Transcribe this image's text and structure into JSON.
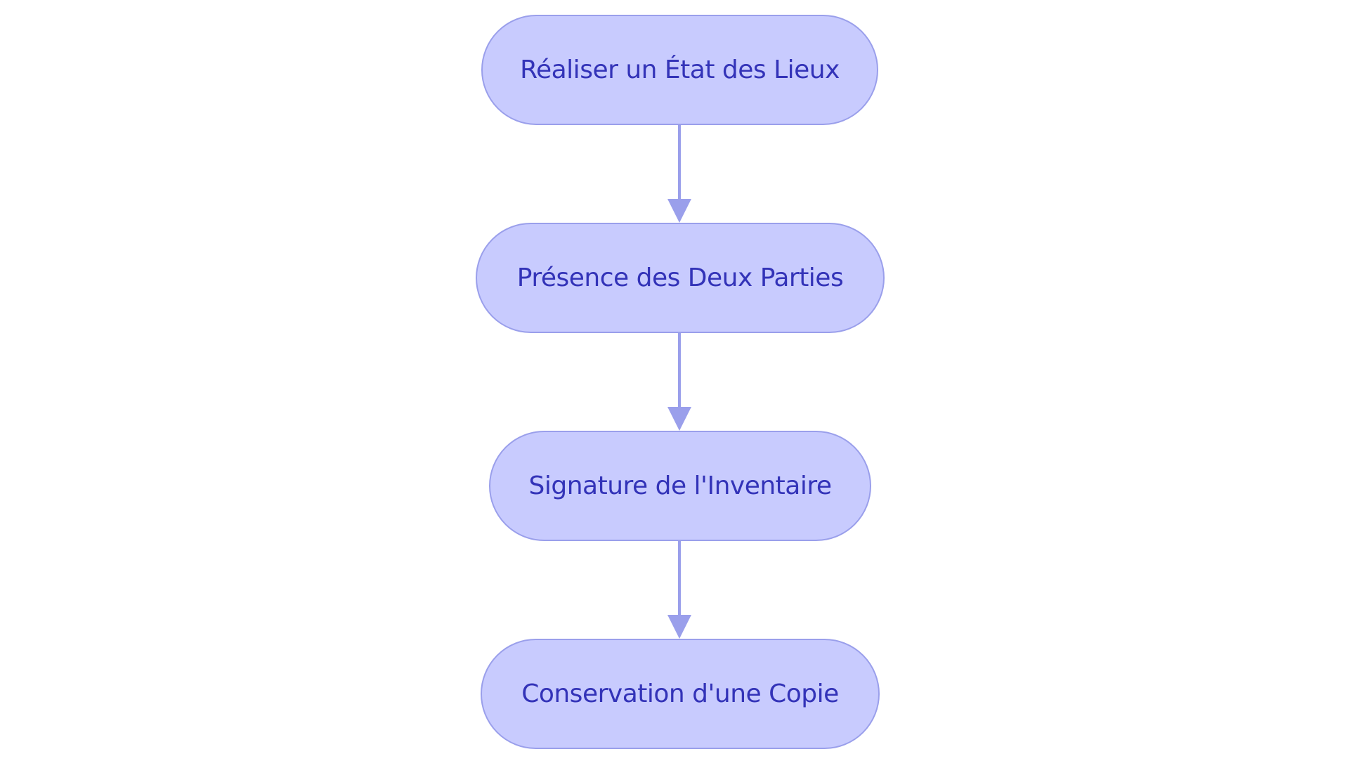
{
  "diagram": {
    "type": "flowchart",
    "direction": "top-to-bottom",
    "colors": {
      "node_fill": "#c8cbfe",
      "node_border": "#9a9feb",
      "text": "#3333b8",
      "edge": "#9a9feb"
    },
    "nodes": [
      {
        "id": "n1",
        "label": "Réaliser un État des Lieux"
      },
      {
        "id": "n2",
        "label": "Présence des Deux Parties"
      },
      {
        "id": "n3",
        "label": "Signature de l'Inventaire"
      },
      {
        "id": "n4",
        "label": "Conservation d'une Copie"
      }
    ],
    "edges": [
      {
        "from": "n1",
        "to": "n2"
      },
      {
        "from": "n2",
        "to": "n3"
      },
      {
        "from": "n3",
        "to": "n4"
      }
    ]
  }
}
